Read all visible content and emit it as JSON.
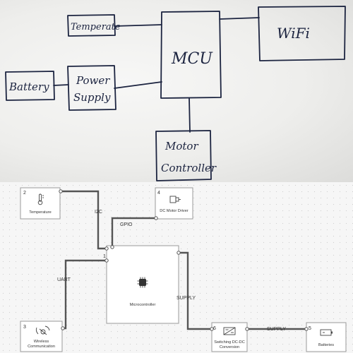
{
  "whiteboard": {
    "nodes": {
      "temperature": "Temperate",
      "mcu": "MCU",
      "wifi": "WiFi",
      "battery": "Battery",
      "power_line1": "Power",
      "power_line2": "Supply",
      "motor_line1": "Motor",
      "motor_line2": "Controller"
    }
  },
  "diagram": {
    "blocks": {
      "mcu": {
        "num": "1",
        "label": "Microcontroller",
        "icon": "chip-icon"
      },
      "temp": {
        "num": "2",
        "label": "Temperature",
        "icon": "thermometer-icon"
      },
      "wireless": {
        "num": "3",
        "label_line1": "Wireless",
        "label_line2": "Communication",
        "icon": "antenna-icon"
      },
      "motor": {
        "num": "4",
        "label": "DC Motor Driver",
        "icon": "motor-icon"
      },
      "batteries": {
        "num": "5",
        "label": "Batteries",
        "icon": "battery-icon"
      },
      "dcdc": {
        "num": "6",
        "label_line1": "Switching DC-DC",
        "label_line2": "Conversion",
        "icon": "converter-icon"
      }
    },
    "edges": {
      "i2c": "I2C",
      "gpio": "GPIO",
      "uart": "UART",
      "supply1": "SUPPLY",
      "supply2": "SUPPLY"
    }
  }
}
